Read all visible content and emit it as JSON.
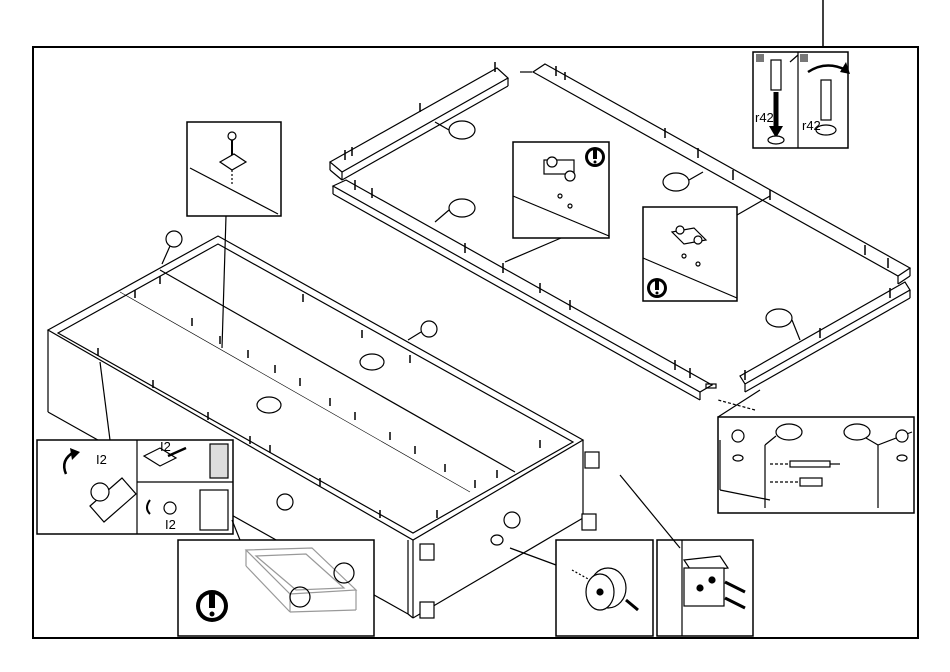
{
  "frame": {
    "stroke_color": "#000000",
    "background": "#ffffff"
  },
  "inset_labels": {
    "top_right_left": "r42",
    "top_right_right": "r42",
    "bottom_left_main": "I2",
    "bottom_left_top": "I2",
    "bottom_left_bottom": "I2"
  },
  "icons": [
    "warning-icon",
    "rotate-arrow-icon",
    "screw-icon",
    "cam-lock-icon",
    "wooden-dowel-icon"
  ]
}
